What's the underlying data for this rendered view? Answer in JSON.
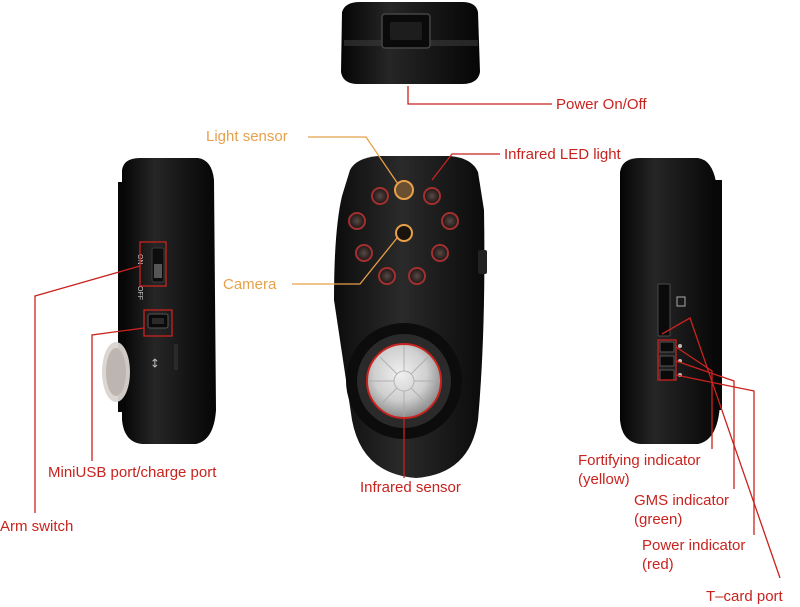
{
  "colors": {
    "callout_red": "#c8231e",
    "callout_orange": "#e8a04a",
    "device_body": "#161616"
  },
  "labels": {
    "power_on_off": "Power On/Off",
    "light_sensor": "Light sensor",
    "infrared_led_light": "Infrared LED light",
    "camera": "Camera",
    "miniusb_port": "MiniUSB port/charge port",
    "arm_switch": "Arm switch",
    "infrared_sensor": "Infrared sensor",
    "fortifying_indicator_1": "Fortifying indicator",
    "fortifying_indicator_2": "(yellow)",
    "gms_indicator_1": "GMS indicator",
    "gms_indicator_2": "(green)",
    "power_indicator_1": "Power indicator",
    "power_indicator_2": "(red)",
    "tcard_port": "T–card port"
  },
  "device_markings": {
    "switch_on": "ON",
    "switch_off": "OFF",
    "usb_symbol": "↔"
  }
}
